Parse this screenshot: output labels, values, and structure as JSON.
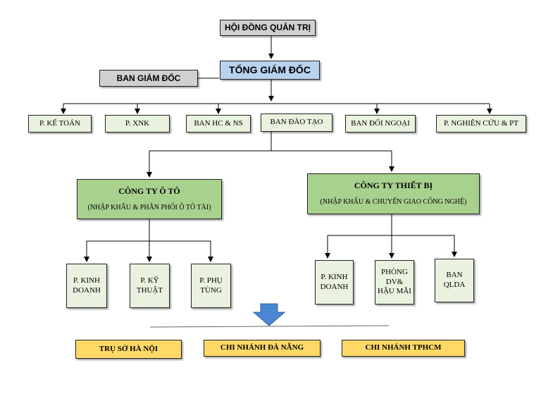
{
  "board": "HỘI ĐỒNG QUẢN TRỊ",
  "ceo": "TỔNG GIÁM ĐỐC",
  "directors": "BAN GIÁM ĐỐC",
  "departments": [
    "P. KẾ TOÁN",
    "P. XNK",
    "BAN HC & NS",
    "BAN ĐÀO TẠO",
    "BAN ĐỐI NGOẠI",
    "P. NGHIÊN CỨU & PT"
  ],
  "company_auto": {
    "title": "CÔNG TY Ô TÔ",
    "subtitle": "(NHẬP KHẨU & PHÂN PHỐI Ô TÔ TẢI)",
    "units": [
      "P. KINH DOANH",
      "P. KỸ THUẬT",
      "P. PHỤ TÙNG"
    ]
  },
  "company_equipment": {
    "title": "CÔNG TY THIẾT BỊ",
    "subtitle": "(NHẬP KHẨU & CHUYỂN GIAO CÔNG NGHỆ)",
    "units": [
      "P. KINH DOANH",
      "PHÒNG DV& HẬU MÃI",
      "BAN QLDA"
    ]
  },
  "offices": [
    "TRỤ SỞ HÀ NỘI",
    "CHI NHÁNH ĐÀ NẴNG",
    "CHI NHÁNH TPHCM"
  ],
  "colors": {
    "board_fill": "#cfd0d2",
    "ceo_fill": "#b9d3ee",
    "department_fill": "#e9f2df",
    "company_fill": "#a9d18e",
    "office_fill": "#ffd966",
    "arrow_fill": "#4a86d1"
  }
}
